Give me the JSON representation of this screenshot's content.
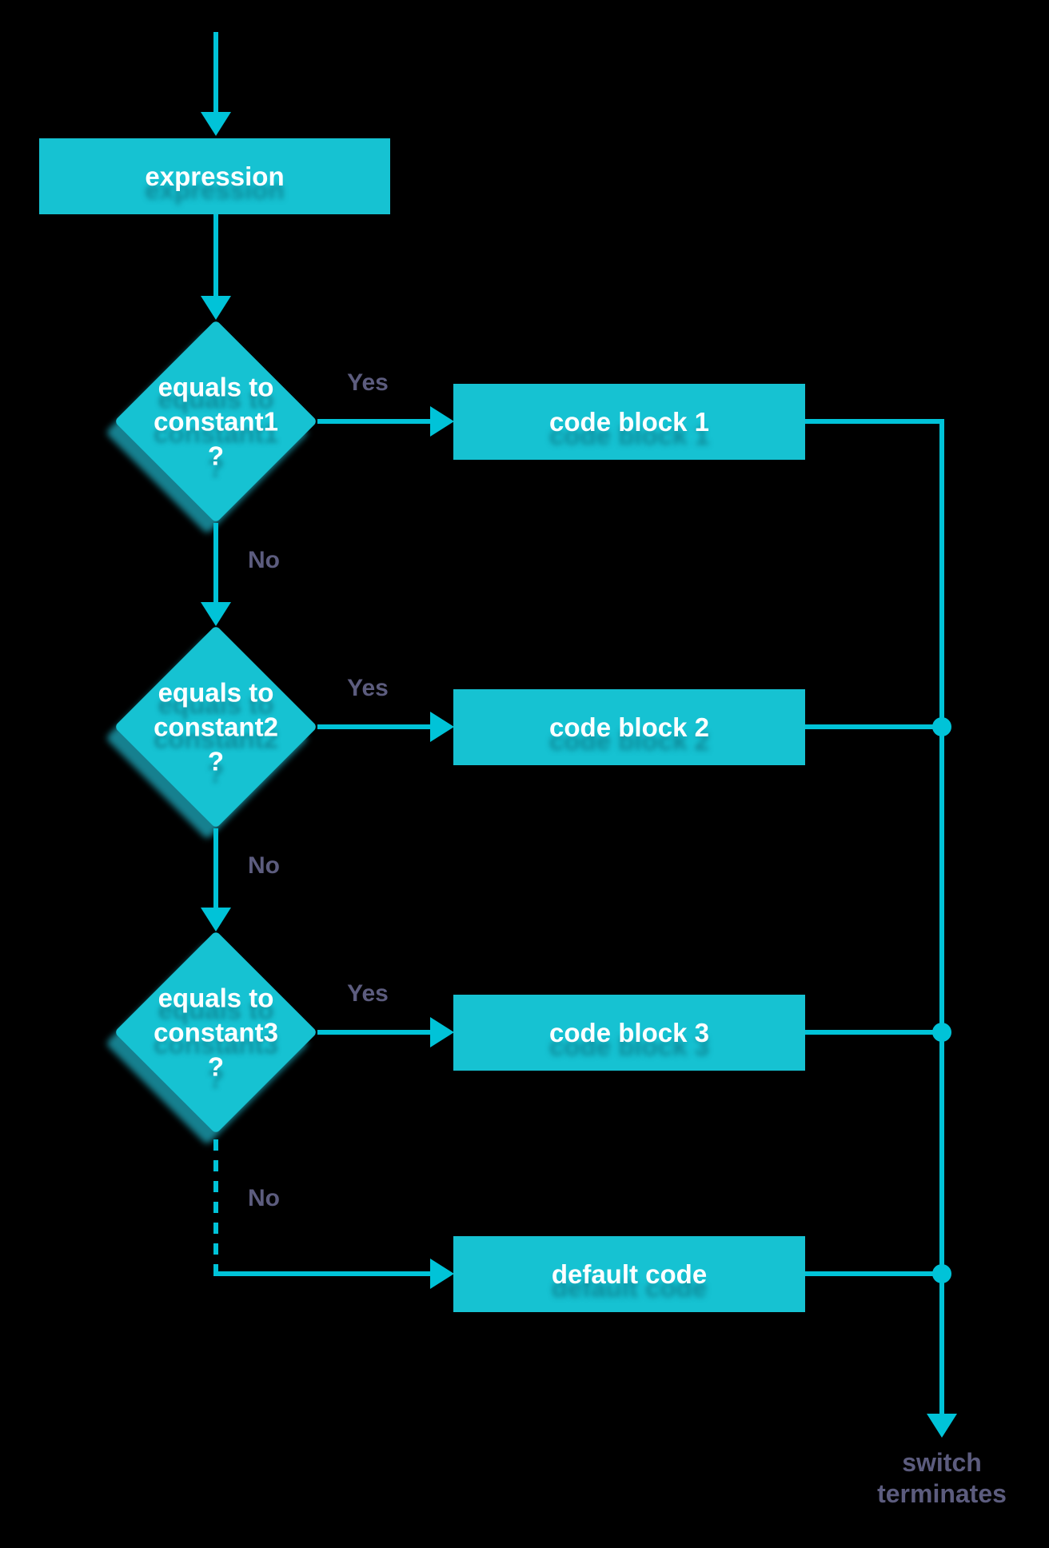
{
  "colors": {
    "shape_fill": "#16c2d2",
    "connector": "#00c3d8",
    "shadow": "#16808f",
    "label_text": "#5c5c7e",
    "shape_text": "#ffffff"
  },
  "nodes": {
    "expression": {
      "label": "expression"
    },
    "decisions": [
      {
        "line1": "equals to",
        "line2": "constant1",
        "line3": "?"
      },
      {
        "line1": "equals to",
        "line2": "constant2",
        "line3": "?"
      },
      {
        "line1": "equals to",
        "line2": "constant3",
        "line3": "?"
      }
    ],
    "processes": [
      {
        "label": "code block 1"
      },
      {
        "label": "code block 2"
      },
      {
        "label": "code block 3"
      },
      {
        "label": "default code"
      }
    ]
  },
  "edges": {
    "yes_labels": [
      "Yes",
      "Yes",
      "Yes"
    ],
    "no_labels": [
      "No",
      "No",
      "No"
    ],
    "terminal": {
      "line1": "switch",
      "line2": "terminates"
    }
  }
}
